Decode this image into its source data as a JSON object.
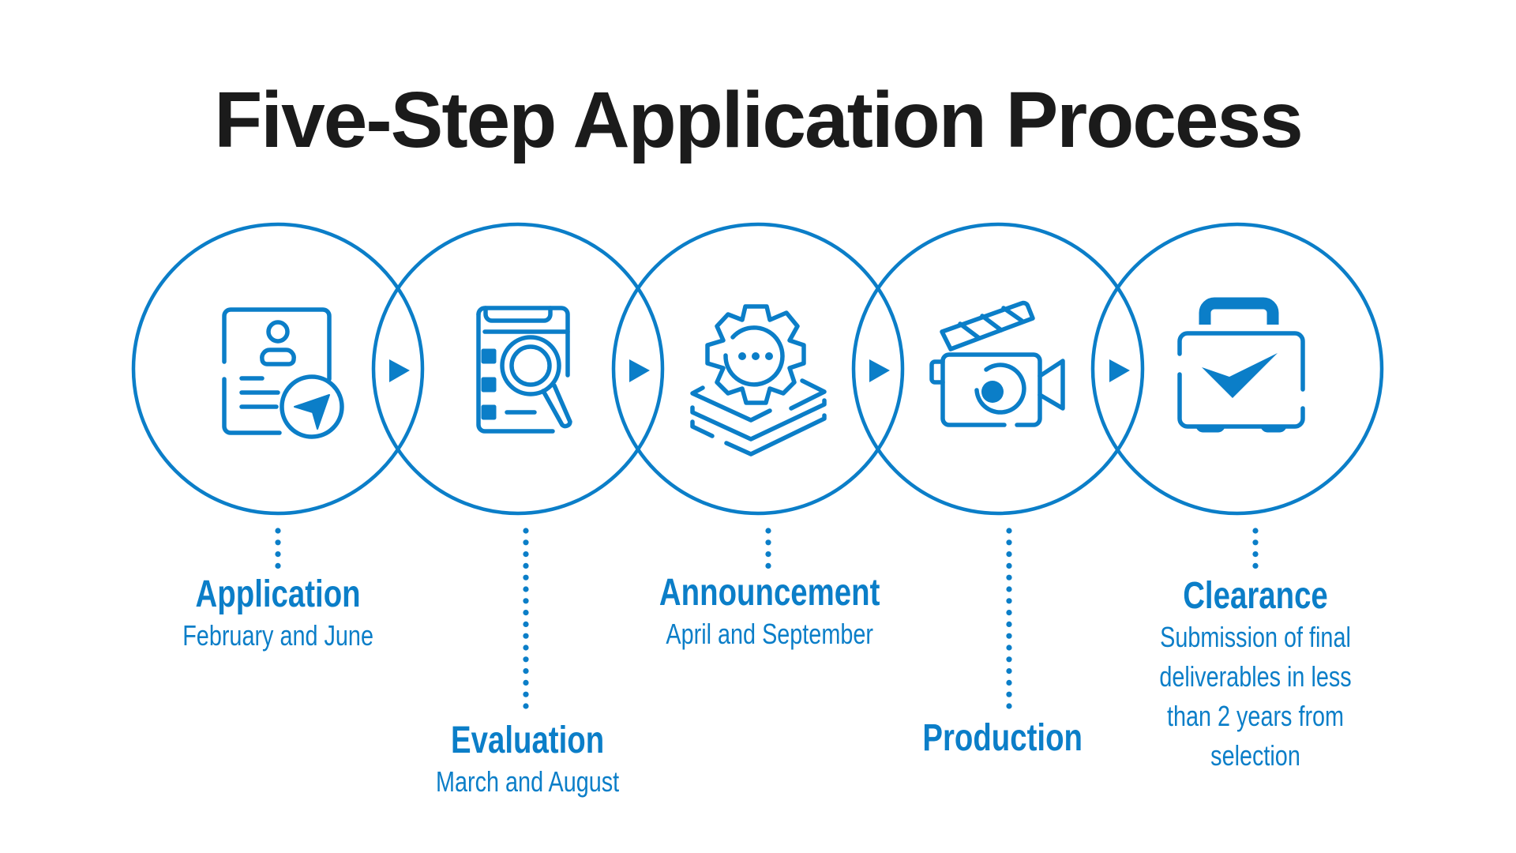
{
  "title": "Five-Step Application Process",
  "colors": {
    "accent": "#0b7ec8",
    "title": "#1b1b1b",
    "background": "#ffffff"
  },
  "steps": [
    {
      "icon": "application-form-send-icon",
      "title": "Application",
      "subtitle": "February and June"
    },
    {
      "icon": "evaluation-checklist-search-icon",
      "title": "Evaluation",
      "subtitle": "March and August"
    },
    {
      "icon": "announcement-gear-stack-icon",
      "title": "Announcement",
      "subtitle": "April and September"
    },
    {
      "icon": "production-film-camera-icon",
      "title": "Production",
      "subtitle": ""
    },
    {
      "icon": "clearance-briefcase-check-icon",
      "title": "Clearance",
      "subtitle": "Submission of final deliverables in less than 2 years from selection"
    }
  ]
}
